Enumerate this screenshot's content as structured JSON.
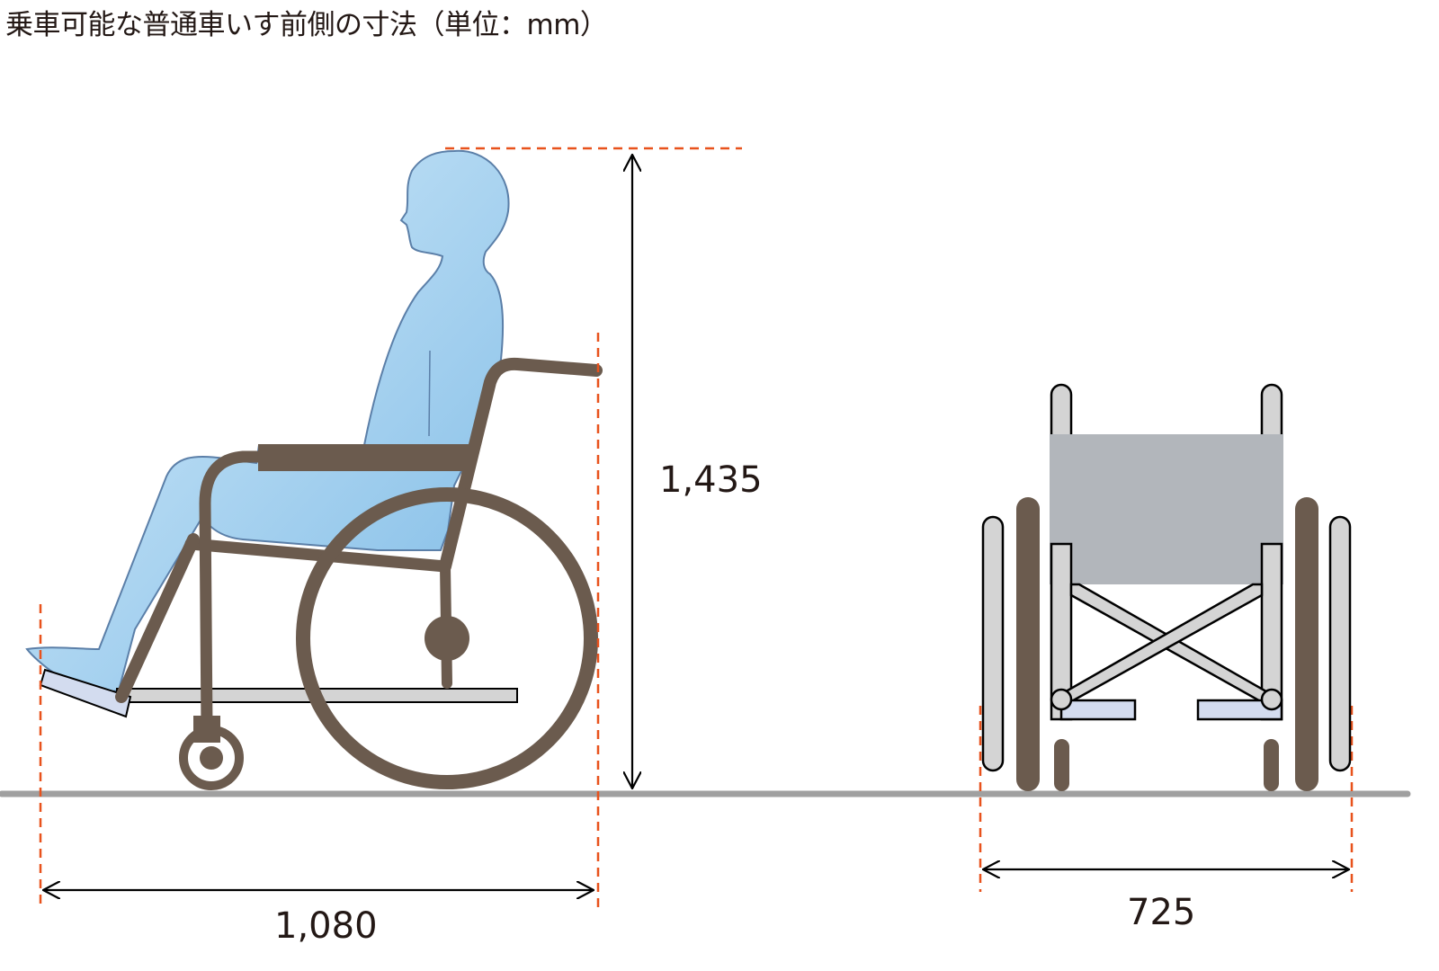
{
  "title": "乗車可能な普通車いす前側の寸法（単位：mm）",
  "dimensions": {
    "height": "1,435",
    "length": "1,080",
    "width": "725"
  },
  "colors": {
    "frame": "#6b5b4e",
    "guide": "#e8521c",
    "ground": "#a0a0a0",
    "seat": "#b2b6bb",
    "tube": "#d4d4d4",
    "footrest": "#d3dcef",
    "person": "#8cc4ea"
  }
}
